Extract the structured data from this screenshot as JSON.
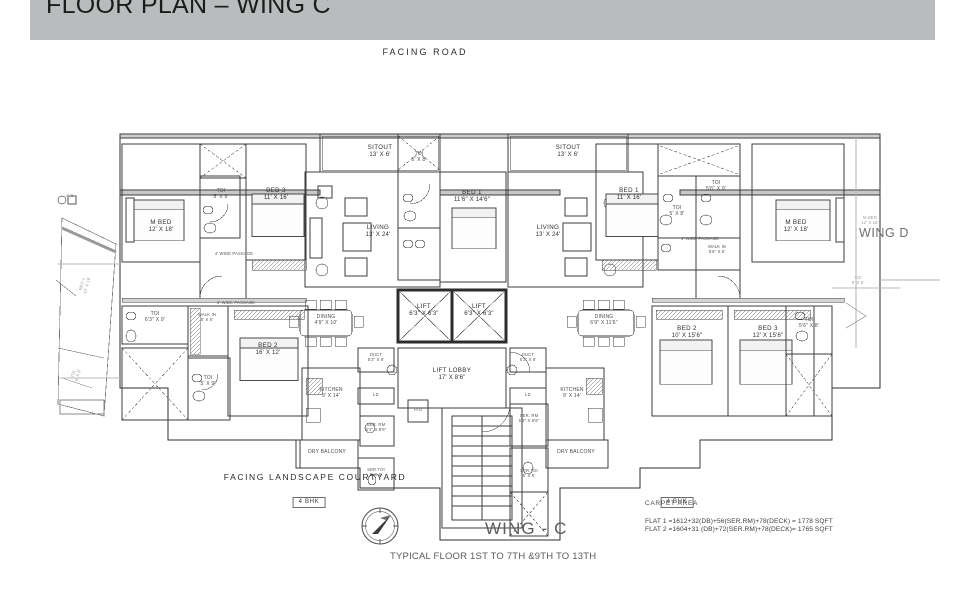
{
  "header": {
    "title": "FLOOR PLAN – WING C",
    "bar_color": "#b9bcbd"
  },
  "plan": {
    "orientation_top": "FACING ROAD",
    "orientation_bottom": "FACING LANDSCAPE COURTYARD",
    "neighbour_wing": "WING D",
    "passage_left": "4' WIDE PASSAGE",
    "passage_left2": "4' WIDE PASSAGE",
    "passage_right": "4' WIDE PASSAGE",
    "badge_left": "4 BHK",
    "badge_right": "4 BHK",
    "grid_marks": "G  B"
  },
  "core": {
    "lift_1": {
      "name": "LIFT",
      "dims": "6'3\" X 6'3\""
    },
    "lift_2": {
      "name": "LIFT",
      "dims": "6'3\" X 6'3\""
    },
    "lobby": {
      "name": "LIFT LOBBY",
      "dims": "17' X 8'6\""
    },
    "duct_left": {
      "name": "DUCT",
      "dims": "5'3\" X 6'"
    },
    "duct_right": {
      "name": "DUCT",
      "dims": "5'3\" X 6'"
    },
    "ffd": "FFD",
    "ld_left": "LD",
    "ld_right": "LD"
  },
  "flat_1": {
    "label": "FLAT 1",
    "rooms": [
      {
        "name": "SITOUT",
        "dims": "13' X 6'"
      },
      {
        "name": "LIVING",
        "dims": "13' X 24'"
      },
      {
        "name": "M BED",
        "dims": "12' X 18'"
      },
      {
        "name": "BED 3",
        "dims": "11' X 16'"
      },
      {
        "name": "BED 2",
        "dims": "16' X 12'"
      },
      {
        "name": "DINING",
        "dims": "4'9\" X 10'"
      },
      {
        "name": "KITCHEN",
        "dims": "9' X 14'"
      },
      {
        "name": "TOI",
        "dims": "5' X 9'"
      },
      {
        "name": "TOI",
        "dims": "6'3\" X 9'"
      },
      {
        "name": "TOI",
        "dims": "5' X 9'"
      },
      {
        "name": "WALK IN",
        "dims": "5' X 5'"
      },
      {
        "name": "SER. RM",
        "dims": "5'3\" X 8'6\""
      },
      {
        "name": "SER.TOI",
        "dims": "5' X 5'"
      },
      {
        "name": "DRY BALCONY",
        "dims": ""
      }
    ]
  },
  "flat_2": {
    "label": "FLAT 2",
    "rooms": [
      {
        "name": "SITOUT",
        "dims": "13' X 6'"
      },
      {
        "name": "LIVING",
        "dims": "13' X 24'"
      },
      {
        "name": "BED 1",
        "dims": "11'6\" X 14'6\""
      },
      {
        "name": "BED 1",
        "dims": "11' X 16'"
      },
      {
        "name": "M BED",
        "dims": "12' X 18'"
      },
      {
        "name": "BED 2",
        "dims": "10' X 15'6\""
      },
      {
        "name": "BED 3",
        "dims": "12' X 15'6\""
      },
      {
        "name": "DINING",
        "dims": "6'9\" X 11'6\""
      },
      {
        "name": "KITCHEN",
        "dims": "9' X 14'"
      },
      {
        "name": "TOI",
        "dims": "5' X 8'"
      },
      {
        "name": "TOI",
        "dims": "5'6\" X 9'"
      },
      {
        "name": "TOI",
        "dims": "5' X 8'"
      },
      {
        "name": "TOI",
        "dims": "5'6\" X 8'"
      },
      {
        "name": "WALK IN",
        "dims": "5'6\" X 5'"
      },
      {
        "name": "SER. RM",
        "dims": "5'3\" X 8'6\""
      },
      {
        "name": "SER.TOI",
        "dims": "5' X 5'"
      },
      {
        "name": "DRY BALCONY",
        "dims": ""
      }
    ]
  },
  "edge_left": {
    "bed": {
      "name": "BED 1",
      "dims": "12' X 16'"
    },
    "toi": {
      "name": "TOI",
      "dims": "5' X 8'"
    }
  },
  "edge_right": {
    "mbed": {
      "name": "M BED",
      "dims": "12' X 18'"
    },
    "toi": {
      "name": "TOI",
      "dims": "5' X 8'"
    }
  },
  "footer": {
    "wing_title": "WING - C",
    "typical_floor": "TYPICAL FLOOR 1ST TO 7TH &9TH TO 13TH",
    "compass_icon": "north-arrow-compass-icon"
  },
  "carpet_area": {
    "heading": "CARPET AREA",
    "lines": [
      "FLAT 1 =1612+32(DB)+56(SER.RM)+78(DECK) = 1778 SQFT",
      "FLAT 2 =1604+31 (DB)+72(SER.RM)+78(DECK)= 1765 SQFT"
    ]
  }
}
